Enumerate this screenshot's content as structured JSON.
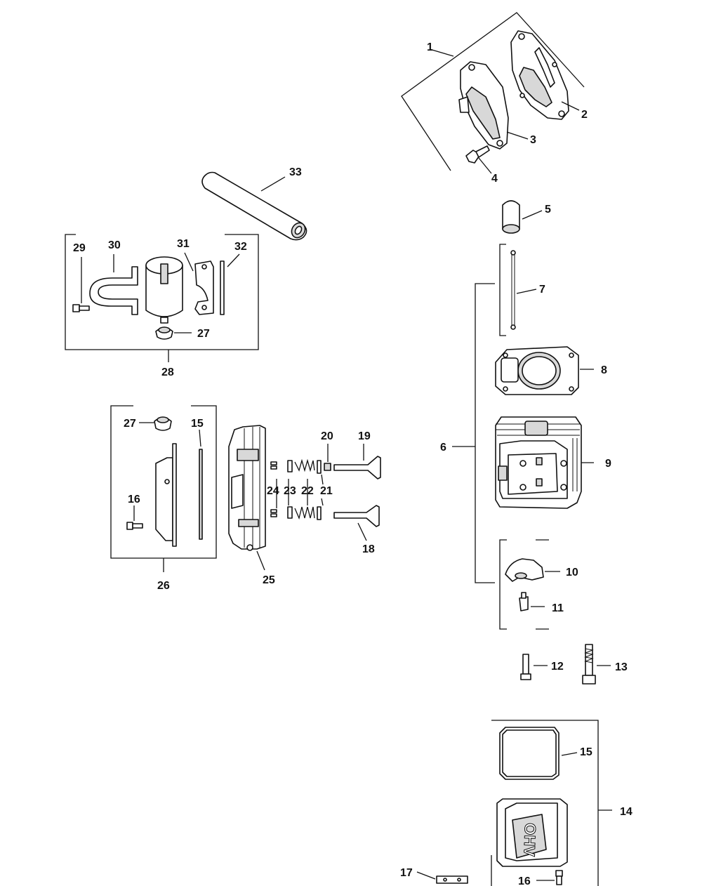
{
  "labels": [
    "1",
    "2",
    "3",
    "4",
    "5",
    "6",
    "7",
    "8",
    "9",
    "10",
    "11",
    "12",
    "13",
    "14",
    "15",
    "16",
    "17",
    "18",
    "19",
    "20",
    "21",
    "22",
    "23",
    "24",
    "25",
    "26",
    "27",
    "28",
    "29",
    "30",
    "31",
    "32",
    "33"
  ],
  "labels_secondary": [
    "27",
    "15",
    "16"
  ],
  "cover_text": "OHV"
}
